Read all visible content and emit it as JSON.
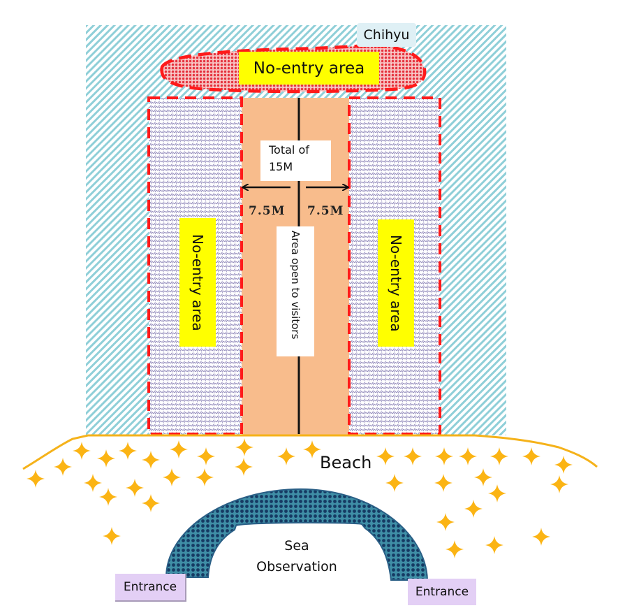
{
  "diagram": {
    "labels": {
      "chihyu": "Chihyu",
      "no_entry_top": "No-entry area",
      "no_entry_left": "No-entry area",
      "no_entry_right": "No-entry area",
      "total_line1": "Total of",
      "total_line2": "15M",
      "left_width": "7.5M",
      "right_width": "7.5M",
      "open_area": "Area open to visitors",
      "beach": "Beach",
      "sea_line1": "Sea",
      "sea_line2": "Observation",
      "entrance_left": "Entrance",
      "entrance_right": "Entrance"
    },
    "measurements": {
      "total_width_m": 15,
      "half_width_m": 7.5
    },
    "colors": {
      "tidal_flat_hatch": "#8fcfd8",
      "no_entry_border": "#ff0000",
      "no_entry_fill_top": "#e8454f",
      "no_entry_fill_side": "#9a93c0",
      "open_area": "#f8bc8c",
      "label_highlight": "#ffff00",
      "beach_line": "#f5b21a",
      "star": "#fbb414",
      "observation_ring": "#2f7d95",
      "observation_dots": "#163a63",
      "entrance_fill": "#e3cff5",
      "chihyu_tag": "#dff0f5"
    },
    "icons": {
      "sand": "four-point-star",
      "arrow_left": "arrow-left",
      "arrow_right": "arrow-right"
    }
  }
}
